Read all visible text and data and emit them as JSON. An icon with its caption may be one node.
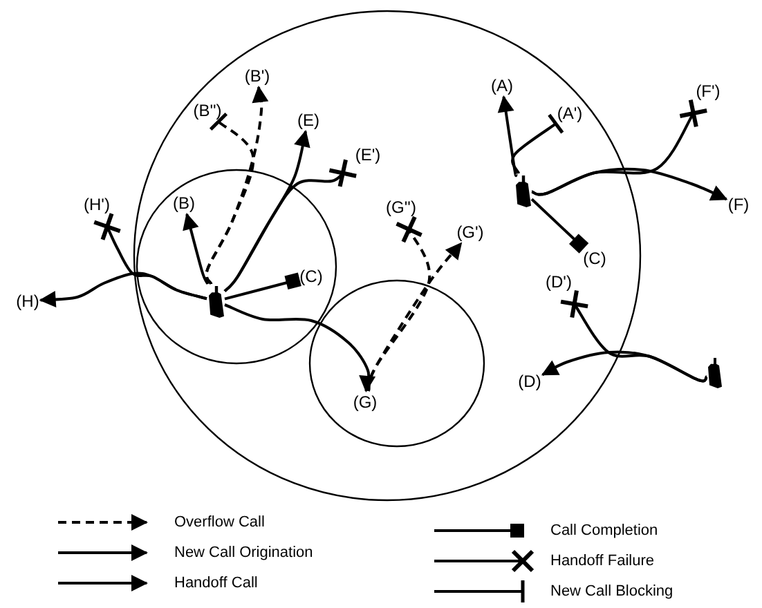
{
  "diagram": {
    "nodes": [
      {
        "text": [
          "(B')"
        ]
      },
      {
        "text": [
          "(B'')"
        ]
      },
      {
        "text": [
          "(E)"
        ]
      },
      {
        "text": [
          "(A)"
        ]
      },
      {
        "text": [
          "(A')"
        ]
      },
      {
        "text": [
          "(F')"
        ]
      },
      {
        "text": [
          "(E')"
        ]
      },
      {
        "text": [
          "(B)"
        ]
      },
      {
        "text": [
          "(H')"
        ]
      },
      {
        "text": [
          "(G'')"
        ]
      },
      {
        "text": [
          "(G')"
        ]
      },
      {
        "text": [
          "(F)"
        ]
      },
      {
        "text": [
          "(C)"
        ]
      },
      {
        "text": [
          "(C)"
        ]
      },
      {
        "text": [
          "(D')"
        ]
      },
      {
        "text": [
          "(H)"
        ]
      },
      {
        "text": [
          "(D)"
        ]
      },
      {
        "text": [
          "(G)"
        ]
      },
      {
        "text": [],
        "shape": "phone"
      },
      {
        "text": [],
        "shape": "phone"
      },
      {
        "text": [],
        "shape": "phone"
      }
    ],
    "edges": [
      {
        "from": 18,
        "to": 7,
        "arrow": "to"
      },
      {
        "from": 18,
        "to": 0,
        "arrow": "to",
        "style": "dashed"
      },
      {
        "from": 18,
        "to": 1,
        "arrow": "other",
        "style": "dashed"
      },
      {
        "from": 18,
        "to": 2,
        "arrow": "to"
      },
      {
        "from": 18,
        "to": 6,
        "arrow": "other"
      },
      {
        "from": 18,
        "to": 13,
        "arrow": "other"
      },
      {
        "from": 18,
        "to": 15,
        "arrow": "to"
      },
      {
        "from": 18,
        "to": 8,
        "arrow": "other"
      },
      {
        "from": 18,
        "to": 17,
        "arrow": "to"
      },
      {
        "from": 17,
        "to": 10,
        "arrow": "to",
        "style": "dashed"
      },
      {
        "from": 17,
        "to": 9,
        "arrow": "other",
        "style": "dashed"
      },
      {
        "from": 19,
        "to": 3,
        "arrow": "to"
      },
      {
        "from": 19,
        "to": 4,
        "arrow": "other"
      },
      {
        "from": 19,
        "to": 12,
        "arrow": "other"
      },
      {
        "from": 19,
        "to": 11,
        "arrow": "to"
      },
      {
        "from": 19,
        "to": 5,
        "arrow": "other"
      },
      {
        "from": 20,
        "to": 16,
        "arrow": "to"
      },
      {
        "from": 20,
        "to": 14,
        "arrow": "other"
      }
    ],
    "legend": [
      {
        "text": "Overflow Call"
      },
      {
        "text": "New Call Origination"
      },
      {
        "text": "Handoff Call"
      },
      {
        "text": "Call Completion"
      },
      {
        "text": "Handoff Failure"
      },
      {
        "text": "New Call Blocking"
      }
    ]
  }
}
